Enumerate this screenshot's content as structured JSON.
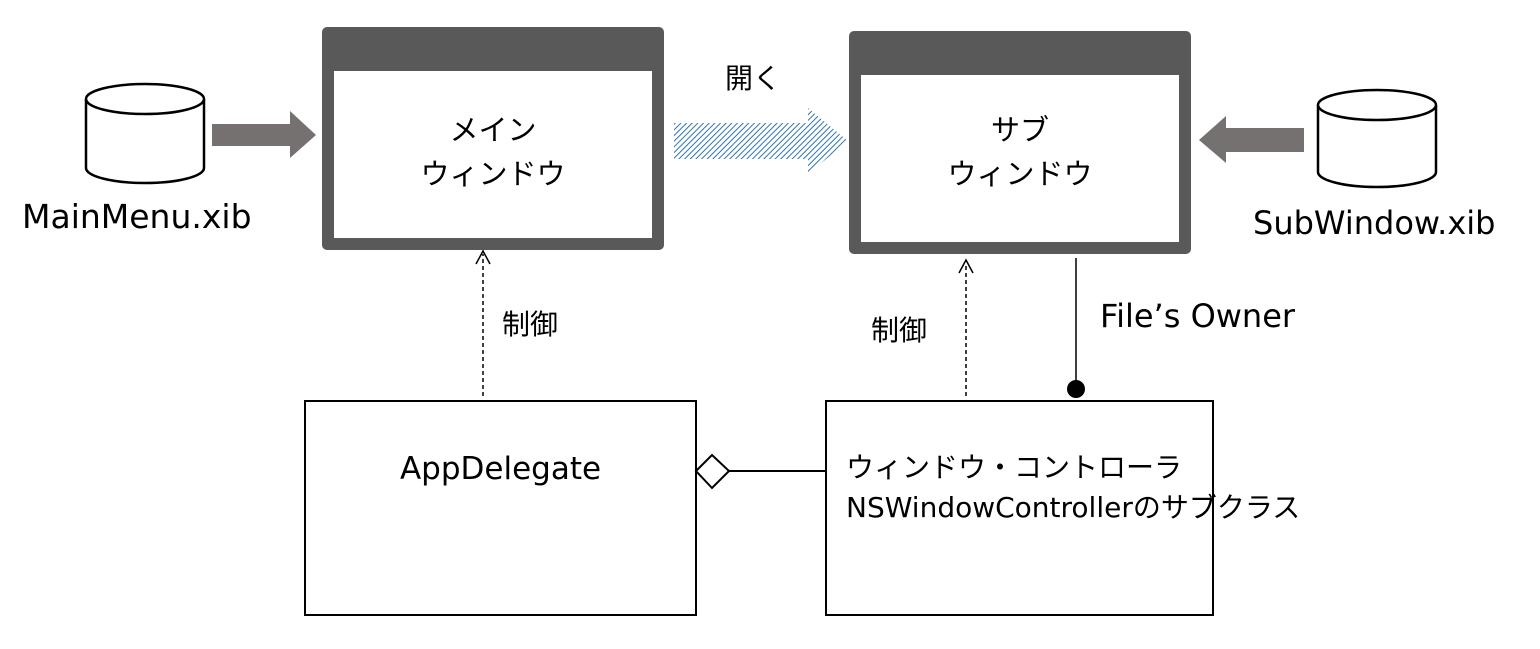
{
  "main_window": {
    "title_line1": "メイン",
    "title_line2": "ウィンドウ"
  },
  "sub_window": {
    "title_line1": "サブ",
    "title_line2": "ウィンドウ"
  },
  "open_label": "開く",
  "main_menu_file": "MainMenu.xib",
  "sub_window_file": "SubWindow.xib",
  "control_label_left": "制御",
  "control_label_right": "制御",
  "files_owner_label": "File’s Owner",
  "app_delegate_label": "AppDelegate",
  "window_controller": {
    "line1": "ウィンドウ・コントローラ",
    "line2": "NSWindowControllerのサブクラス"
  },
  "colors": {
    "window_frame": "#595959",
    "solid_arrow": "#767171",
    "open_arrow": "#8faadc",
    "line": "#000000"
  }
}
